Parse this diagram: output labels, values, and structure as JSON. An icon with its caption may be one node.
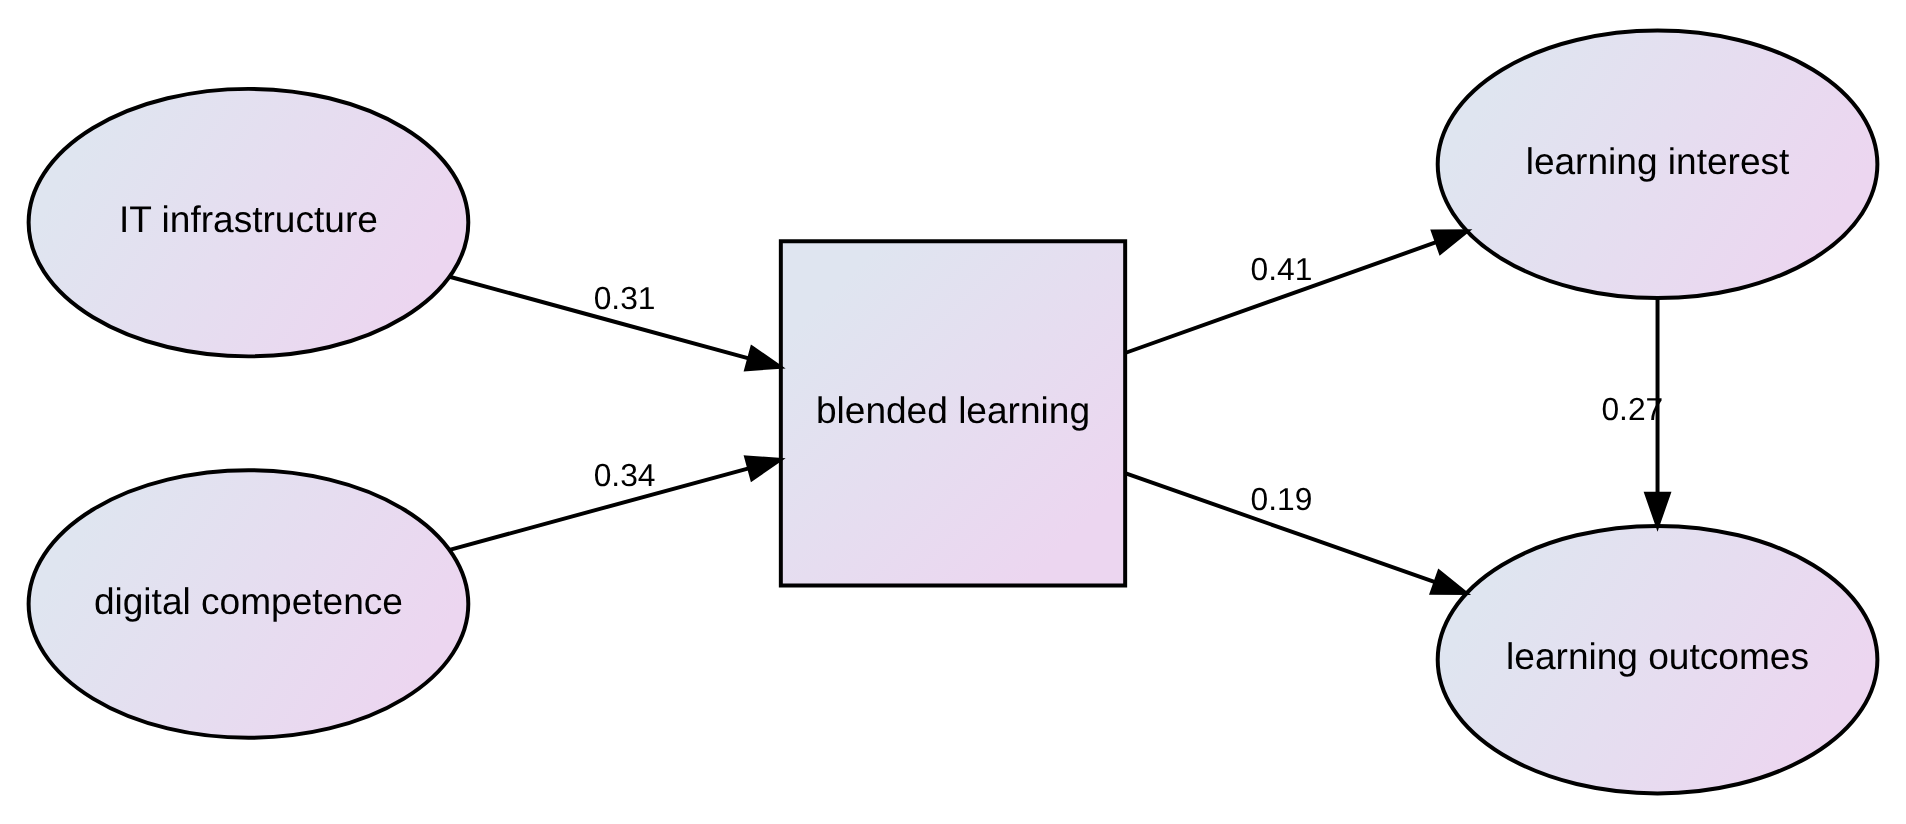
{
  "diagram": {
    "nodes": [
      {
        "text": [
          "IT infrastructure"
        ]
      },
      {
        "text": [
          "digital competence"
        ]
      },
      {
        "text": [
          "blended learning"
        ]
      },
      {
        "text": [
          "learning interest"
        ]
      },
      {
        "text": [
          "learning outcomes"
        ]
      }
    ],
    "edges": [
      {
        "from": 0,
        "to": 2,
        "arrow": "to",
        "label": "0.31"
      },
      {
        "from": 1,
        "to": 2,
        "arrow": "to",
        "label": "0.34"
      },
      {
        "from": 2,
        "to": 3,
        "arrow": "to",
        "label": "0.41"
      },
      {
        "from": 2,
        "to": 4,
        "arrow": "to",
        "label": "0.19"
      },
      {
        "from": 3,
        "to": 4,
        "arrow": "to",
        "label": "0.27"
      }
    ]
  }
}
